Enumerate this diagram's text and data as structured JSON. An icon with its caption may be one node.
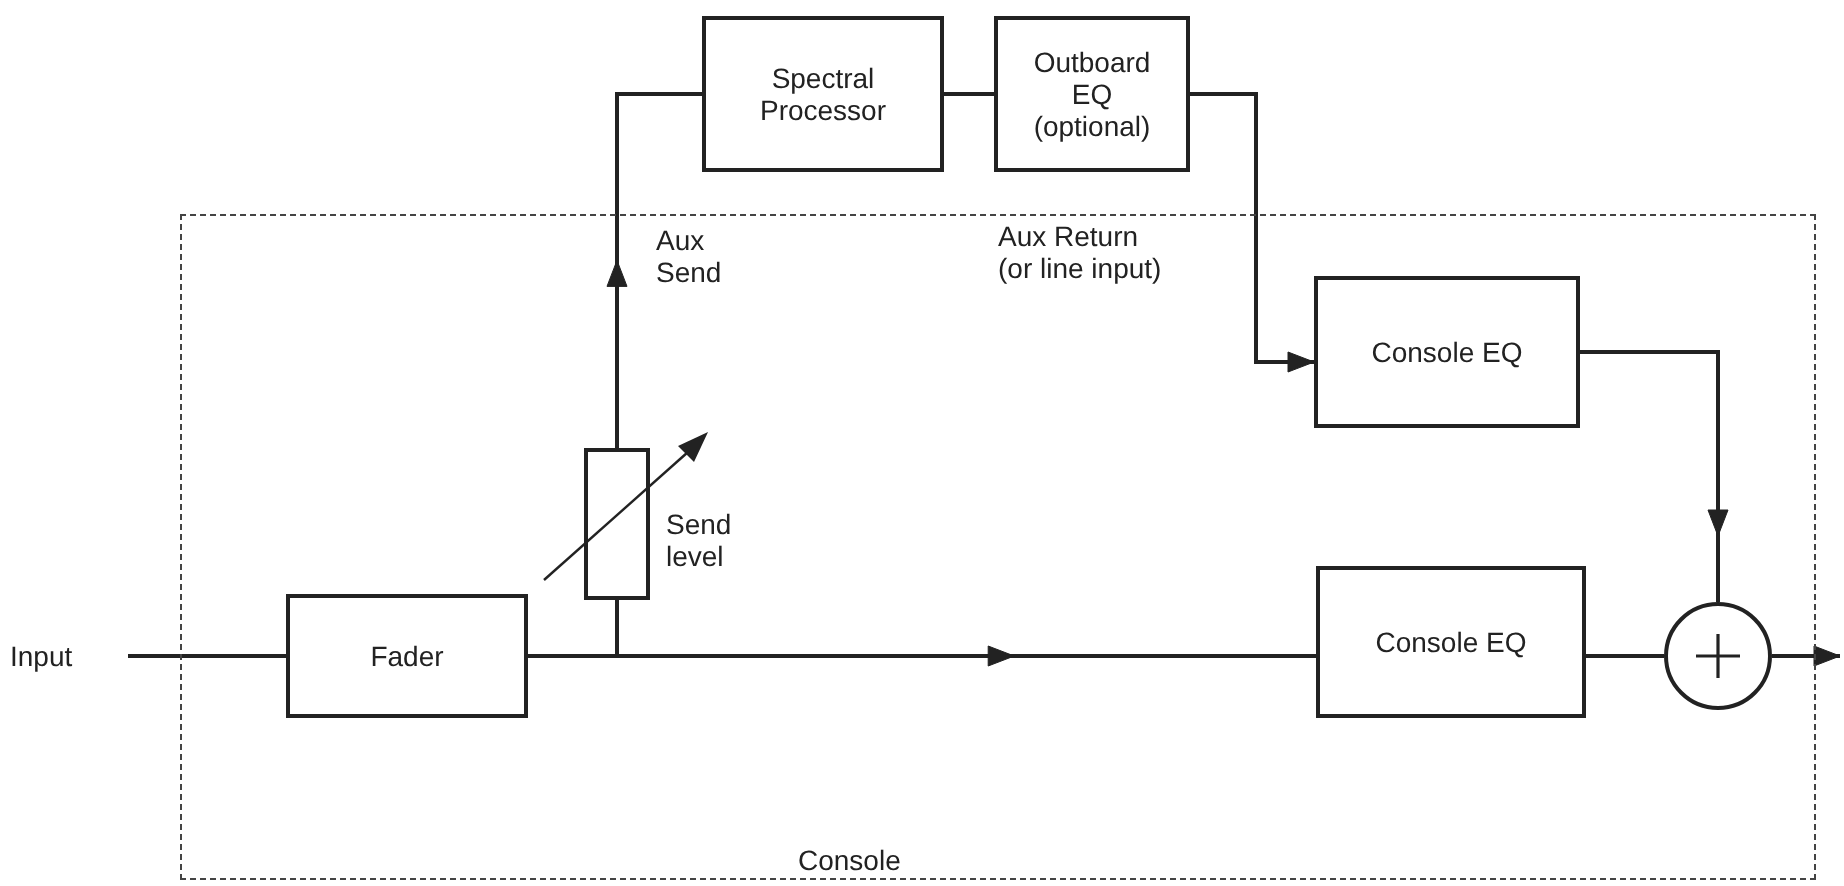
{
  "diagram": {
    "nodes": [
      {
        "text": [
          "Console"
        ]
      },
      {
        "text": [
          "Input"
        ]
      },
      {
        "text": [
          "Fader"
        ],
        "in": 0
      },
      {
        "text": [],
        "shape": "bar",
        "in": 0,
        "beside": [
          "Send level"
        ]
      },
      {
        "text": [
          "Spectral Processor"
        ]
      },
      {
        "text": [
          "Outboard EQ (optional)"
        ]
      },
      {
        "text": [
          "Console EQ"
        ],
        "in": 0
      },
      {
        "text": [
          "Console EQ"
        ],
        "in": 0
      },
      {
        "text": [],
        "shape": "circle",
        "in": 0
      }
    ],
    "edges": [
      {
        "from": 1,
        "to": 2,
        "arrow": "none"
      },
      {
        "from": 2,
        "to": 7,
        "arrow": "to"
      },
      {
        "from": 2,
        "to": 3,
        "arrow": "none"
      },
      {
        "from": 3,
        "to": 4,
        "arrow": "to",
        "label": "Aux Send"
      },
      {
        "from": 4,
        "to": 5,
        "arrow": "none"
      },
      {
        "from": 5,
        "to": 6,
        "arrow": "to",
        "label": "Aux Return (or line input)"
      },
      {
        "from": 6,
        "to": 8,
        "arrow": "to"
      },
      {
        "from": 7,
        "to": 8,
        "arrow": "none"
      },
      {
        "from": 8,
        "to": null,
        "arrow": "to"
      }
    ]
  }
}
